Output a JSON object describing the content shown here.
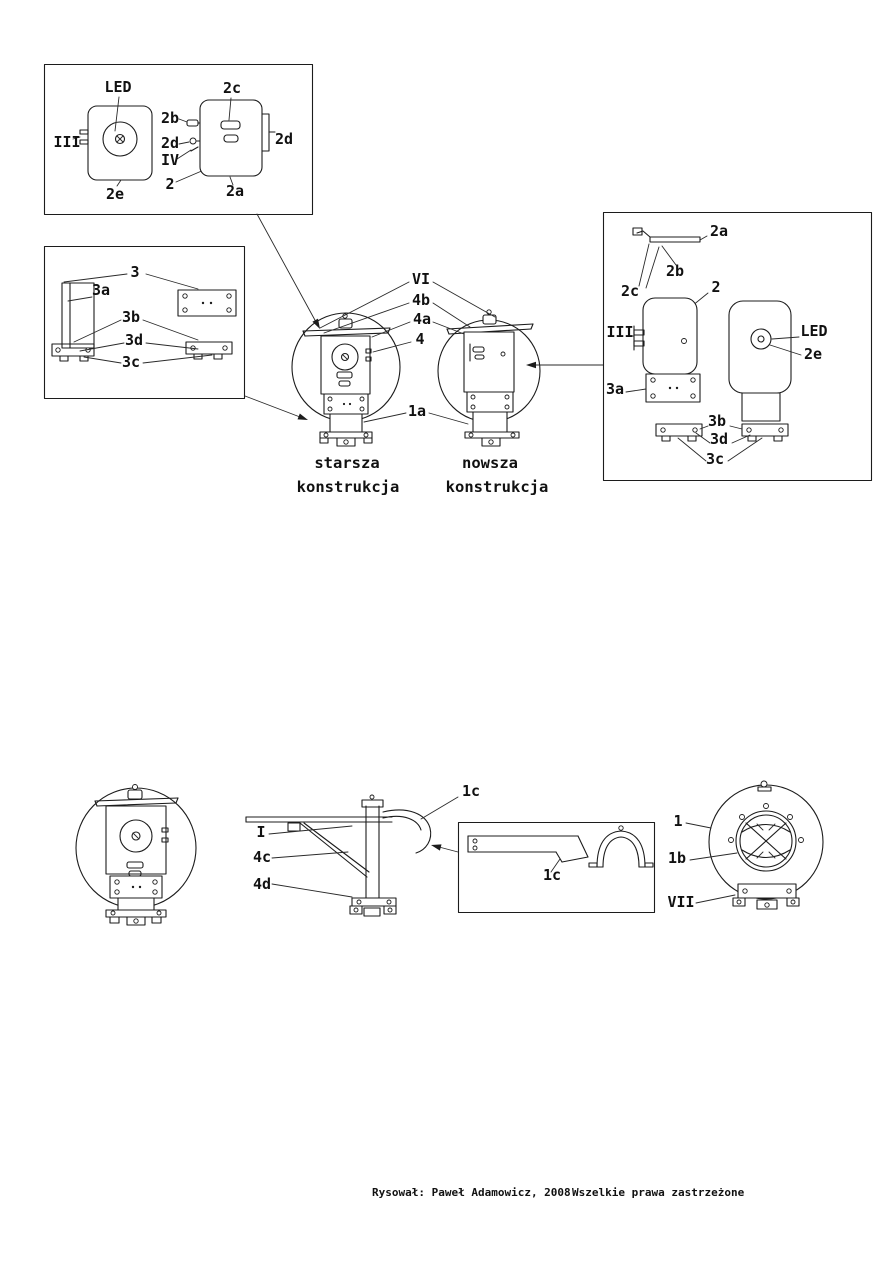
{
  "head_inset": {
    "led": "LED",
    "iii": "III",
    "l2b": "2b",
    "l2d_left": "2d",
    "iv": "IV",
    "l2": "2",
    "l2e": "2e",
    "l2c": "2c",
    "l2d_right": "2d",
    "l2a": "2a"
  },
  "mount_inset": {
    "l3": "3",
    "l3a": "3a",
    "l3b": "3b",
    "l3d": "3d",
    "l3c": "3c"
  },
  "center": {
    "vi": "VI",
    "l4b": "4b",
    "l4a": "4a",
    "l4": "4",
    "l1a": "1a",
    "caption_old_line1": "starsza",
    "caption_old_line2": "konstrukcja",
    "caption_new_line1": "nowsza",
    "caption_new_line2": "konstrukcja"
  },
  "right_inset": {
    "l2a": "2a",
    "l2b": "2b",
    "l2c": "2c",
    "l2": "2",
    "iii": "III",
    "led": "LED",
    "l2e": "2e",
    "l3a": "3a",
    "l3b": "3b",
    "l3d": "3d",
    "l3c": "3c"
  },
  "bottom_view": {
    "l1c_arm": "1c",
    "li": "I",
    "l4c": "4c",
    "l4d": "4d",
    "l1": "1",
    "l1b": "1b",
    "vii": "VII"
  },
  "bracket_inset": {
    "l1c": "1c"
  },
  "footer": {
    "credit_left": "Rysował: Paweł Adamowicz, 2008",
    "credit_right": "Wszelkie prawa zastrzeżone"
  }
}
